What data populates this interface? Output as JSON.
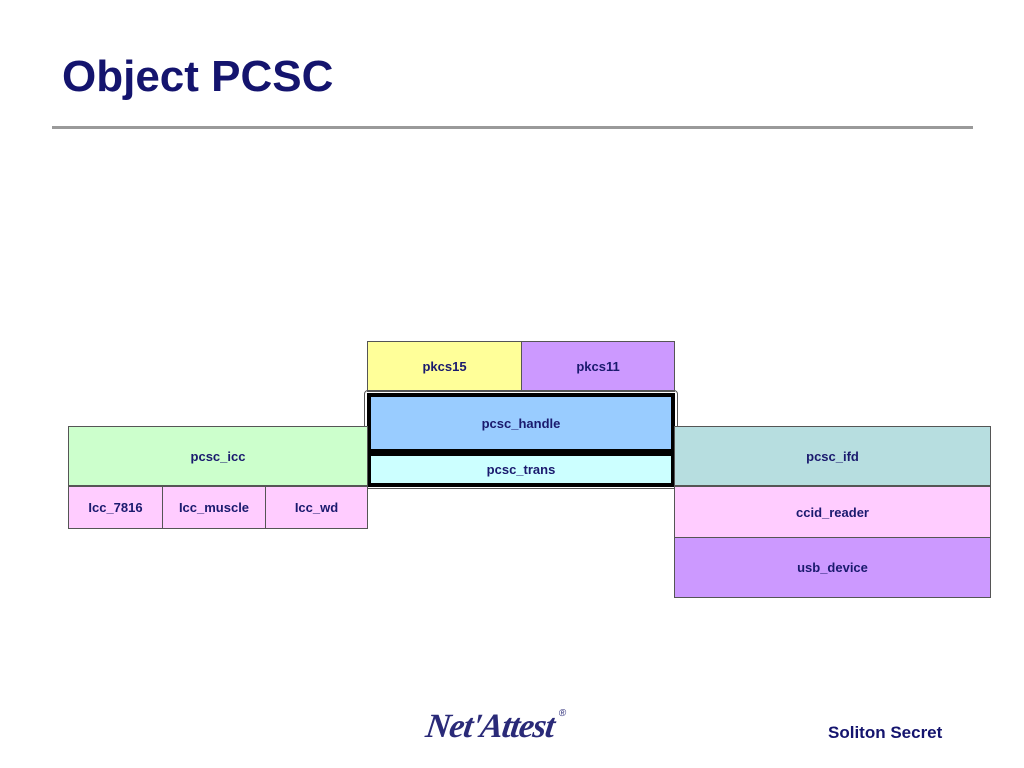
{
  "title": "Object PCSC",
  "diagram": {
    "pkcs15": "pkcs15",
    "pkcs11": "pkcs11",
    "pcsc_handle": "pcsc_handle",
    "pcsc_trans": "pcsc_trans",
    "pcsc_icc": "pcsc_icc",
    "icc_7816": "Icc_7816",
    "icc_muscle": "Icc_muscle",
    "icc_wd": "Icc_wd",
    "pcsc_ifd": "pcsc_ifd",
    "ccid_reader": "ccid_reader",
    "usb_device": "usb_device"
  },
  "colors": {
    "title": "#14146e",
    "pkcs15": "#ffff99",
    "pkcs11": "#cc99ff",
    "pcsc_handle": "#99ccff",
    "pcsc_trans": "#ccffff",
    "pcsc_icc": "#ccffcc",
    "icc": "#ffccff",
    "pcsc_ifd": "#b7dee0",
    "ccid_reader": "#ffccff",
    "usb_device": "#cc99ff"
  },
  "footer": {
    "logo": "Net'Attest",
    "logo_mark": "®",
    "secret": "Soliton Secret"
  }
}
